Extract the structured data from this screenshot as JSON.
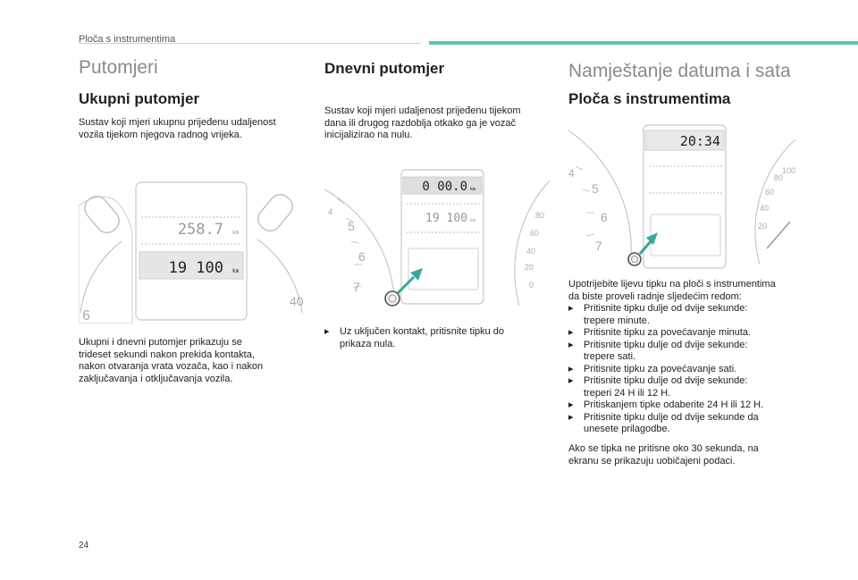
{
  "header": {
    "section": "Ploča s instrumentima"
  },
  "col1": {
    "title": "Putomjeri",
    "subtitle": "Ukupni putomjer",
    "intro_lines": [
      "Sustav koji mjeri ukupnu prijeđenu udaljenost",
      "vozila tijekom njegova radnog vrijeka."
    ],
    "display_trip": "258.7",
    "display_total": "19 100",
    "unit": "km",
    "gauge_left": "6",
    "gauge_right": "40",
    "outro_lines": [
      "Ukupni i dnevni putomjer prikazuju se",
      "trideset sekundi nakon prekida kontakta,",
      "nakon otvaranja vrata vozača, kao i nakon",
      "zaključavanja i otključavanja vozila."
    ]
  },
  "col2": {
    "title": "Dnevni putomjer",
    "intro_lines": [
      "Sustav koji mjeri udaljenost prijeđenu tijekom",
      "dana ili drugog razdoblja otkako ga je vozač",
      "inicijalizirao na nulu."
    ],
    "display_trip": "0 00.0",
    "display_total": "19 100",
    "unit": "km",
    "rpm_ticks": [
      "4",
      "5",
      "6",
      "7"
    ],
    "speed_ticks": [
      "80",
      "60",
      "40",
      "20",
      "0"
    ],
    "bullet_mark": "",
    "bullet_lines": [
      "Uz uključen kontakt, pritisnite tipku do",
      "prikaza nula."
    ]
  },
  "col3": {
    "title": "Namještanje datuma i sata",
    "subtitle": "Ploča s instrumentima",
    "clock": "20:34",
    "rpm_ticks": [
      "4",
      "5",
      "6",
      "7"
    ],
    "speed_ticks": [
      "100",
      "80",
      "60",
      "40",
      "20"
    ],
    "intro_lines": [
      "Upotrijebite lijevu tipku na ploči s instrumentima",
      "da biste proveli radnje sljedećim redom:"
    ],
    "steps": [
      [
        "Pritisnite tipku dulje od dvije sekunde:",
        "trepere minute."
      ],
      [
        "Pritisnite tipku za povećavanje minuta."
      ],
      [
        "Pritisnite tipku dulje od dvije sekunde:",
        "trepere sati."
      ],
      [
        "Pritisnite tipku za povećavanje sati."
      ],
      [
        "Pritisnite tipku dulje od dvije sekunde:",
        "treperi 24 H ili 12 H."
      ],
      [
        "Pritiskanjem tipke odaberite 24 H ili 12 H."
      ],
      [
        "Pritisnite tipku dulje od dvije sekunde da",
        "unesete prilagodbe."
      ]
    ],
    "outro_lines": [
      "Ako se tipka ne pritisne oko 30 sekunda, na",
      "ekranu se prikazuju uobičajeni podaci."
    ]
  },
  "page_number": "24",
  "colors": {
    "accent": "#5fc3b9",
    "arrow": "#3aa79c",
    "gauge_stroke": "#b8b8b8"
  }
}
